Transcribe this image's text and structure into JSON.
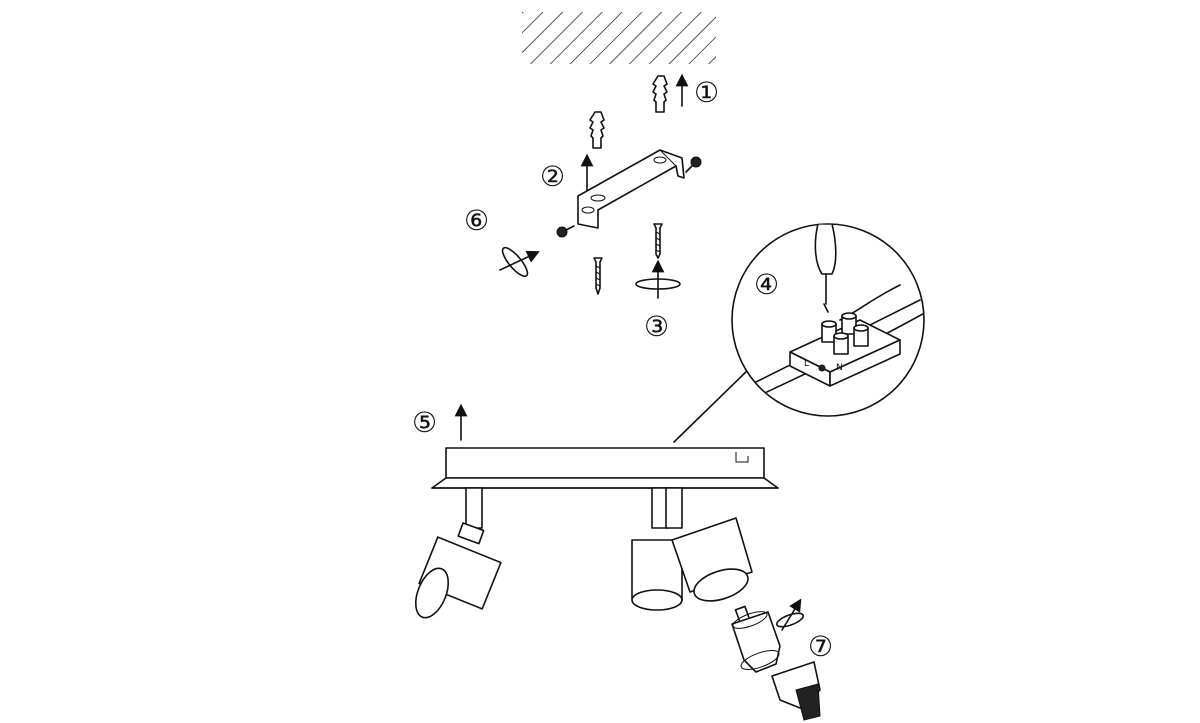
{
  "diagram": {
    "steps": [
      "①",
      "②",
      "③",
      "④",
      "⑤",
      "⑥",
      "⑦"
    ],
    "terminal_labels": [
      "L",
      "N"
    ]
  }
}
